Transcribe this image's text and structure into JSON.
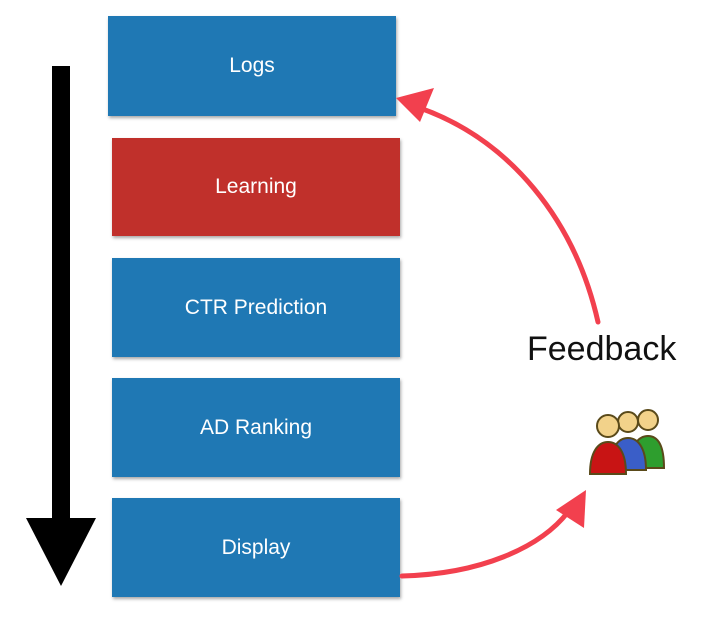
{
  "stages": [
    {
      "label": "Logs",
      "color": "#1f78b4"
    },
    {
      "label": "Learning",
      "color": "#c0302b"
    },
    {
      "label": "CTR Prediction",
      "color": "#1f78b4"
    },
    {
      "label": "AD Ranking",
      "color": "#1f78b4"
    },
    {
      "label": "Display",
      "color": "#1f78b4"
    }
  ],
  "feedback": {
    "label": "Feedback",
    "arrow_color": "#f2404e"
  },
  "icons": {
    "flow": "down-arrow-icon",
    "users": "users-group-icon"
  }
}
